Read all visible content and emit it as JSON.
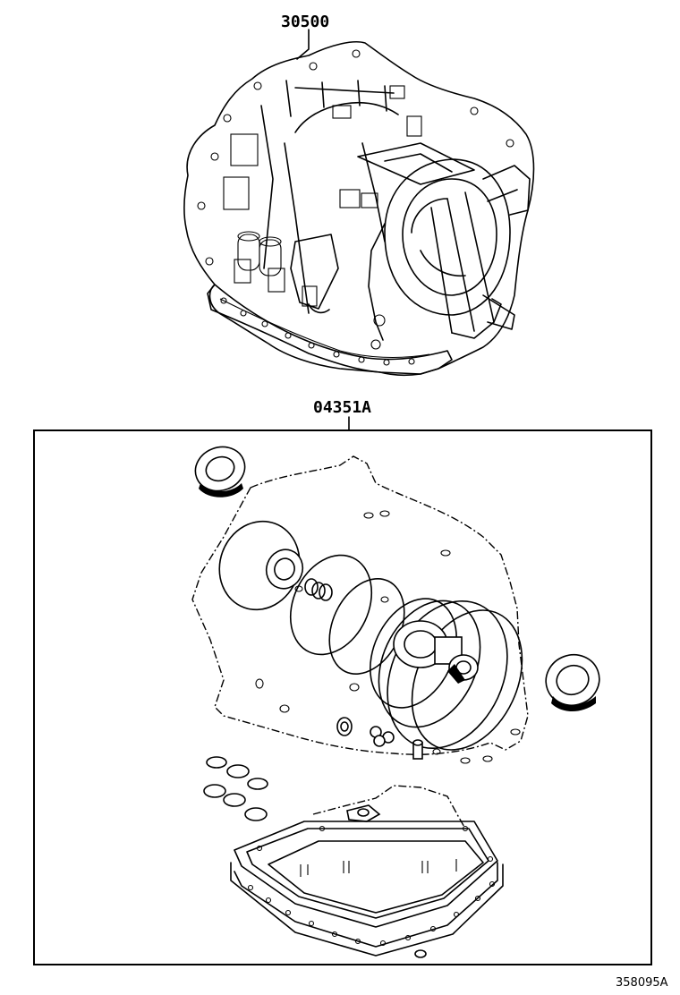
{
  "labels": {
    "top_part": "30500",
    "kit_part": "04351A",
    "figure_ref": "358095A"
  }
}
